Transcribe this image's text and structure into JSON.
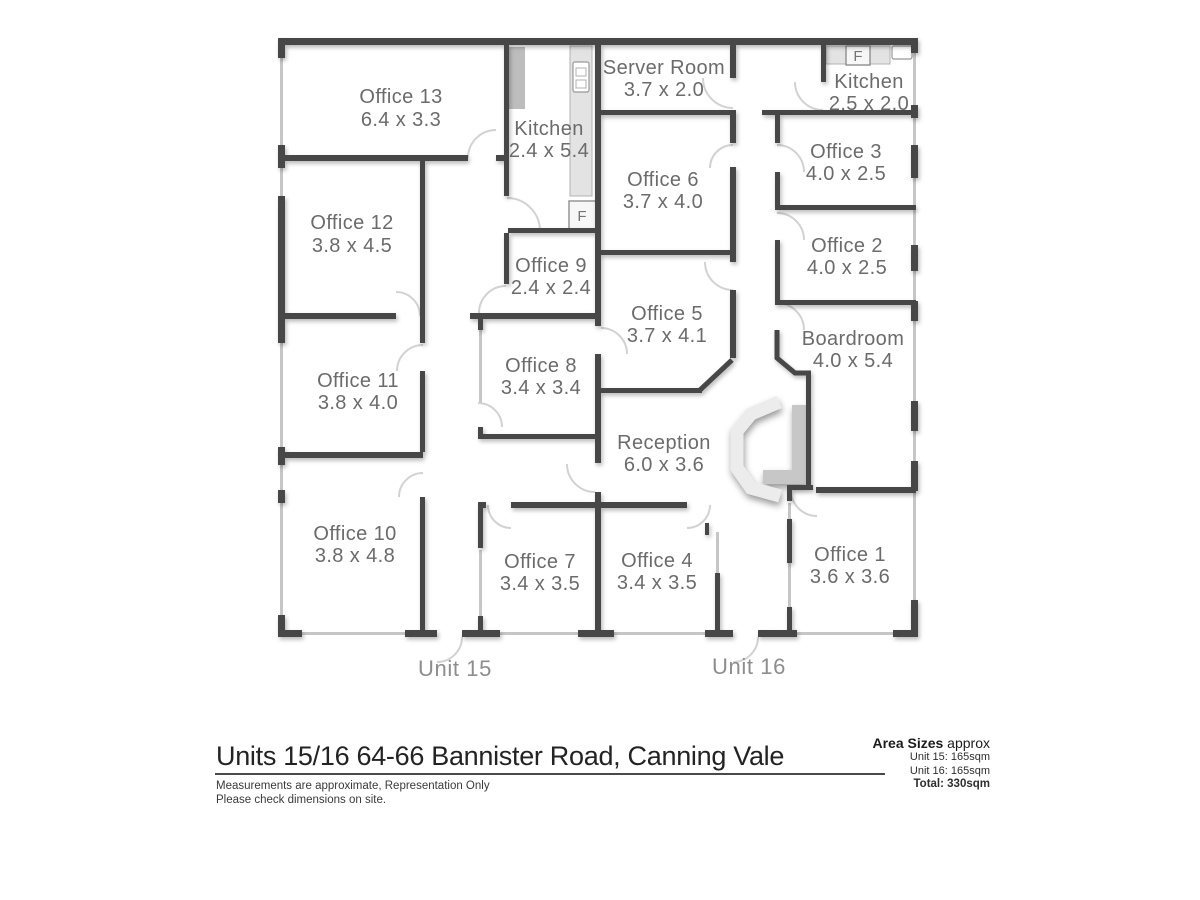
{
  "plan": {
    "unit15_label": "Unit 15",
    "unit16_label": "Unit 16",
    "fridge_label": "F",
    "rooms": [
      {
        "name": "Office 13",
        "dims": "6.4 x 3.3"
      },
      {
        "name": "Kitchen",
        "dims": "2.4 x 5.4"
      },
      {
        "name": "Server Room",
        "dims": "3.7 x 2.0"
      },
      {
        "name": "Kitchen",
        "dims": "2.5 x 2.0"
      },
      {
        "name": "Office 3",
        "dims": "4.0 x 2.5"
      },
      {
        "name": "Office 6",
        "dims": "3.7 x 4.0"
      },
      {
        "name": "Office 12",
        "dims": "3.8 x 4.5"
      },
      {
        "name": "Office 2",
        "dims": "4.0 x 2.5"
      },
      {
        "name": "Office 9",
        "dims": "2.4 x 2.4"
      },
      {
        "name": "Office 5",
        "dims": "3.7 x 4.1"
      },
      {
        "name": "Boardroom",
        "dims": "4.0 x 5.4"
      },
      {
        "name": "Office 8",
        "dims": "3.4 x 3.4"
      },
      {
        "name": "Office 11",
        "dims": "3.8 x 4.0"
      },
      {
        "name": "Reception",
        "dims": "6.0 x 3.6"
      },
      {
        "name": "Office 10",
        "dims": "3.8 x 4.8"
      },
      {
        "name": "Office 7",
        "dims": "3.4 x 3.5"
      },
      {
        "name": "Office 4",
        "dims": "3.4 x 3.5"
      },
      {
        "name": "Office 1",
        "dims": "3.6 x 3.6"
      }
    ]
  },
  "footer": {
    "title": "Units 15/16 64-66 Bannister Road, Canning Vale",
    "disclaimer_line1": "Measurements are approximate, Representation Only",
    "disclaimer_line2": "Please check dimensions on site.",
    "area_sizes_bold": "Area Sizes",
    "area_sizes_light": " approx",
    "unit15_area": "Unit 15: 165sqm",
    "unit16_area": "Unit 16: 165sqm",
    "total_area": "Total: 330sqm"
  },
  "colors": {
    "wall": "#474747",
    "window": "#c6c6c6",
    "door_arc": "#d2d2d2",
    "label": "#6b6b6b"
  }
}
